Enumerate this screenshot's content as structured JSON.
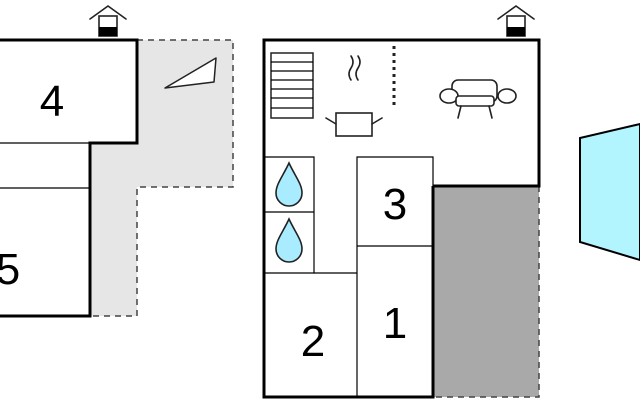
{
  "rooms": [
    {
      "id": "room-4",
      "label": "4"
    },
    {
      "id": "room-5",
      "label": "5"
    },
    {
      "id": "room-3",
      "label": "3"
    },
    {
      "id": "room-2",
      "label": "2"
    },
    {
      "id": "room-1",
      "label": "1"
    }
  ],
  "icons": {
    "entrance": "house-entrance-icon",
    "stairs": "stairs-icon",
    "cooking": "cooking-pot-icon",
    "sofa": "sofa-icon",
    "water": "water-drop-icon",
    "pool": "pool-icon",
    "terrace": "terrace-icon"
  },
  "colors": {
    "terrace_light": "#e6e6e6",
    "terrace_dark": "#a9a9a9",
    "pool": "#b3f5ff",
    "water": "#a9ecff"
  }
}
